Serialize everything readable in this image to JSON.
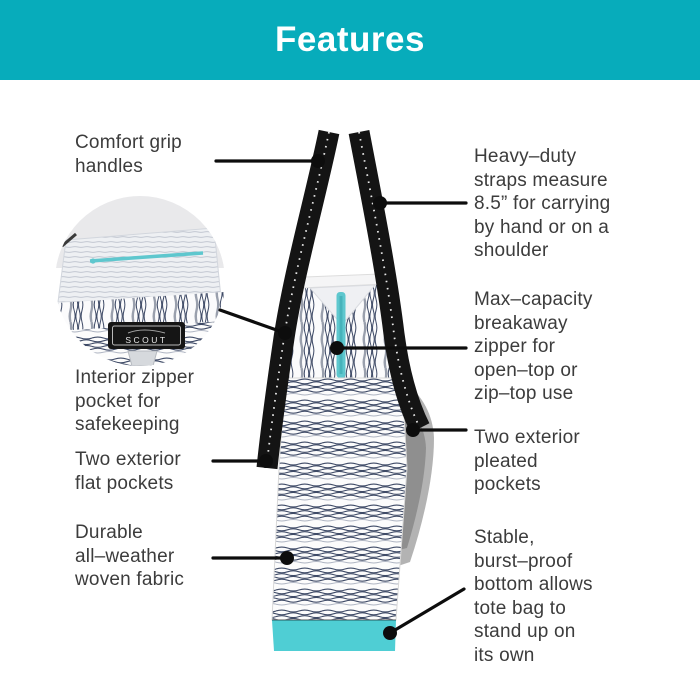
{
  "banner": {
    "title": "Features"
  },
  "callouts": [
    {
      "id": "comfort-grip-handles",
      "side": "left",
      "text": "Comfort grip\nhandles"
    },
    {
      "id": "interior-zipper-pocket",
      "side": "left",
      "text": "Interior zipper\npocket for\nsafekeeping"
    },
    {
      "id": "exterior-flat-pockets",
      "side": "left",
      "text": "Two exterior\nflat pockets"
    },
    {
      "id": "durable-woven-fabric",
      "side": "left",
      "text": "Durable\nall–weather\nwoven fabric"
    },
    {
      "id": "heavy-duty-straps",
      "side": "right",
      "text": "Heavy–duty\nstraps measure\n8.5” for carrying\nby hand or on a\nshoulder"
    },
    {
      "id": "max-capacity-zipper",
      "side": "right",
      "text": "Max–capacity\nbreakaway\nzipper for\nopen–top or\nzip–top use"
    },
    {
      "id": "exterior-pleated-pockets",
      "side": "right",
      "text": "Two exterior\npleated\npockets"
    },
    {
      "id": "stable-bottom",
      "side": "right",
      "text": "Stable,\nburst–proof\nbottom allows\ntote bag to\nstand up on\nits own"
    }
  ],
  "inset": {
    "brand_label": "SCOUT"
  },
  "colors": {
    "banner_teal": "#07acbb",
    "bag_bottom_teal": "#4fced4",
    "zipper_teal": "#5ec7ce",
    "stripe_navy": "#3e4a66",
    "strap_black": "#141414",
    "text_color": "#3c3c3c",
    "line_black": "#0d0d0d"
  }
}
